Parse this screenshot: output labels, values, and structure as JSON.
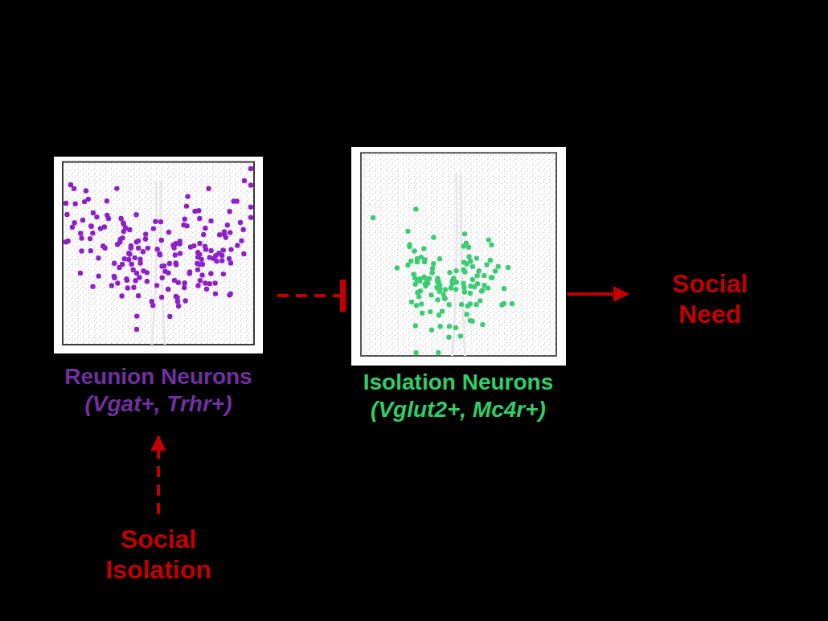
{
  "diagram": {
    "nodes": [
      {
        "text": [
          "Reunion Neurons",
          "(Vgat+, Trhr+)"
        ]
      },
      {
        "text": [
          "Isolation Neurons",
          "(Vglut2+, Mc4r+)"
        ]
      },
      {
        "text": [
          "Social Need"
        ]
      },
      {
        "text": [
          "Social Isolation"
        ]
      }
    ],
    "edges": [
      {
        "from": 0,
        "to": 1,
        "arrow": "to"
      },
      {
        "from": 1,
        "to": 2,
        "arrow": "to"
      },
      {
        "from": 3,
        "to": 0,
        "arrow": "to"
      }
    ]
  }
}
